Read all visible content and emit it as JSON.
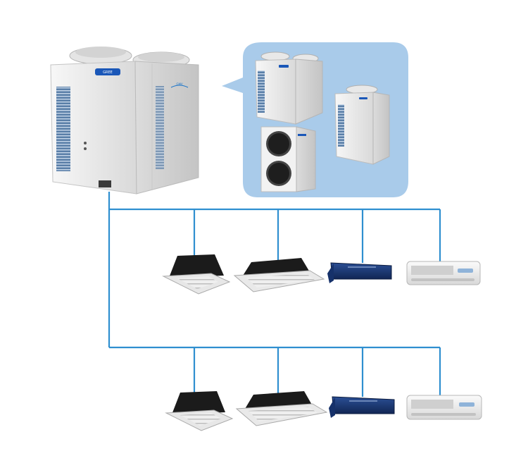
{
  "diagram": {
    "type": "multi-split-air-conditioning-system",
    "outdoor_unit": {
      "brand_label": "GREE",
      "badge_text": "GMV"
    },
    "alternatives_bubble": {
      "units": [
        "modular-outdoor-unit",
        "top-discharge-outdoor-unit",
        "side-discharge-outdoor-unit"
      ]
    },
    "indoor_rows": [
      {
        "units": [
          "four-way-cassette",
          "one-way-cassette",
          "ducted-unit",
          "wall-mounted-unit"
        ]
      },
      {
        "units": [
          "four-way-cassette",
          "one-way-cassette",
          "ducted-unit",
          "wall-mounted-unit"
        ]
      }
    ],
    "colors": {
      "pipe": "#2f8fd0",
      "bubble": "#a9cbea",
      "unit_body": "#ececec",
      "duct_unit": "#1d3d78",
      "brand": "#1a74c9"
    }
  }
}
